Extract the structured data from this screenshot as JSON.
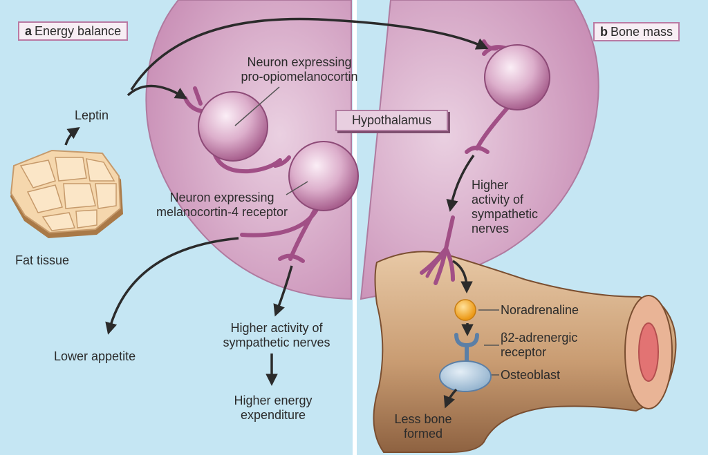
{
  "panel_a": {
    "letter": "a",
    "title": "Energy balance"
  },
  "panel_b": {
    "letter": "b",
    "title": "Bone mass"
  },
  "hypothalamus": "Hypothalamus",
  "labels": {
    "pomc_line1": "Neuron expressing",
    "pomc_line2": "pro-opiomelanocortin",
    "mc4r_line1": "Neuron expressing",
    "mc4r_line2": "melanocortin-4 receptor",
    "leptin": "Leptin",
    "fat_tissue": "Fat tissue",
    "lower_appetite": "Lower appetite",
    "sympathetic_a_line1": "Higher activity of",
    "sympathetic_a_line2": "sympathetic nerves",
    "energy_line1": "Higher energy",
    "energy_line2": "expenditure",
    "sympathetic_b_line1": "Higher",
    "sympathetic_b_line2": "activity of",
    "sympathetic_b_line3": "sympathetic",
    "sympathetic_b_line4": "nerves",
    "noradrenaline": "Noradrenaline",
    "receptor_line1": "β2-adrenergic",
    "receptor_line2": "receptor",
    "osteoblast": "Osteoblast",
    "less_bone_line1": "Less bone",
    "less_bone_line2": "formed"
  },
  "colors": {
    "background_blue": "#c5e6f3",
    "hypothalamus_pink": "#d7a8c8",
    "neuron": "#d9a6c6",
    "bone": "#c9a07a",
    "noradrenaline": "#f4a623",
    "osteoblast": "#b9cfe0",
    "arrow": "#2b2b2b"
  }
}
